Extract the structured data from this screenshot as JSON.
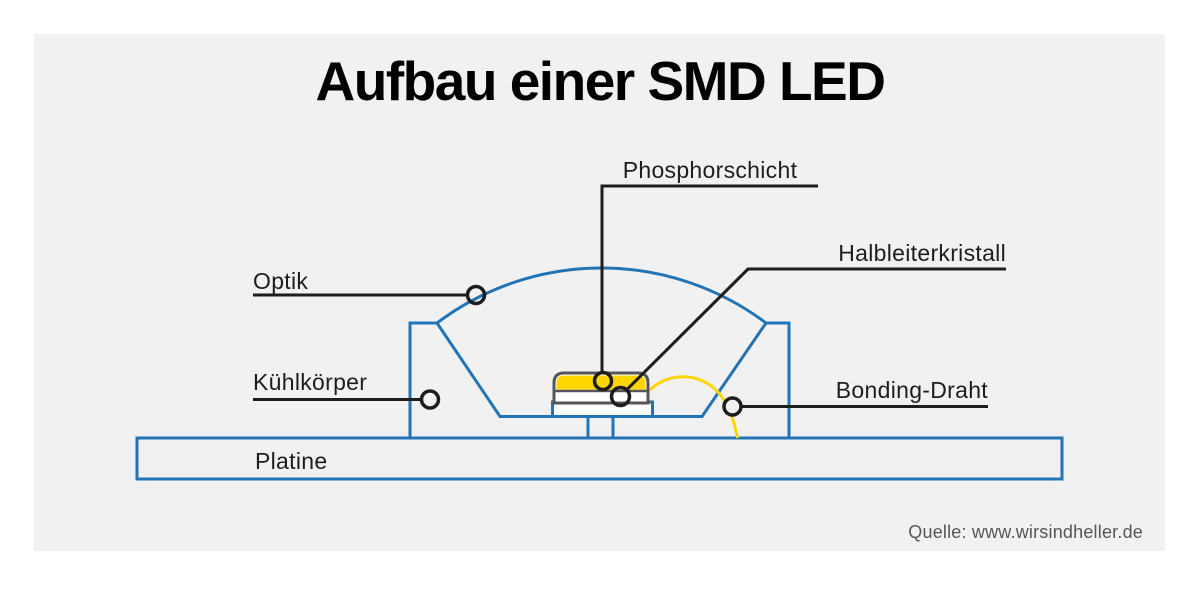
{
  "title": "Aufbau einer SMD LED",
  "source": "Quelle: www.wirsindheller.de",
  "labels": {
    "phosphor": "Phosphorschicht",
    "kristall": "Halbleiterkristall",
    "optik": "Optik",
    "kuehlkoerper": "Kühlkörper",
    "bonding": "Bonding-Draht",
    "platine": "Platine"
  },
  "colors": {
    "page_background": "#ffffff",
    "card_background": "#f1f1f2",
    "led_blue": "#2274b5",
    "phosphor_yellow": "#ffd500",
    "chip_gray": "#54565a",
    "callout_black": "#1d1d1b",
    "source_text": "#54565a"
  }
}
